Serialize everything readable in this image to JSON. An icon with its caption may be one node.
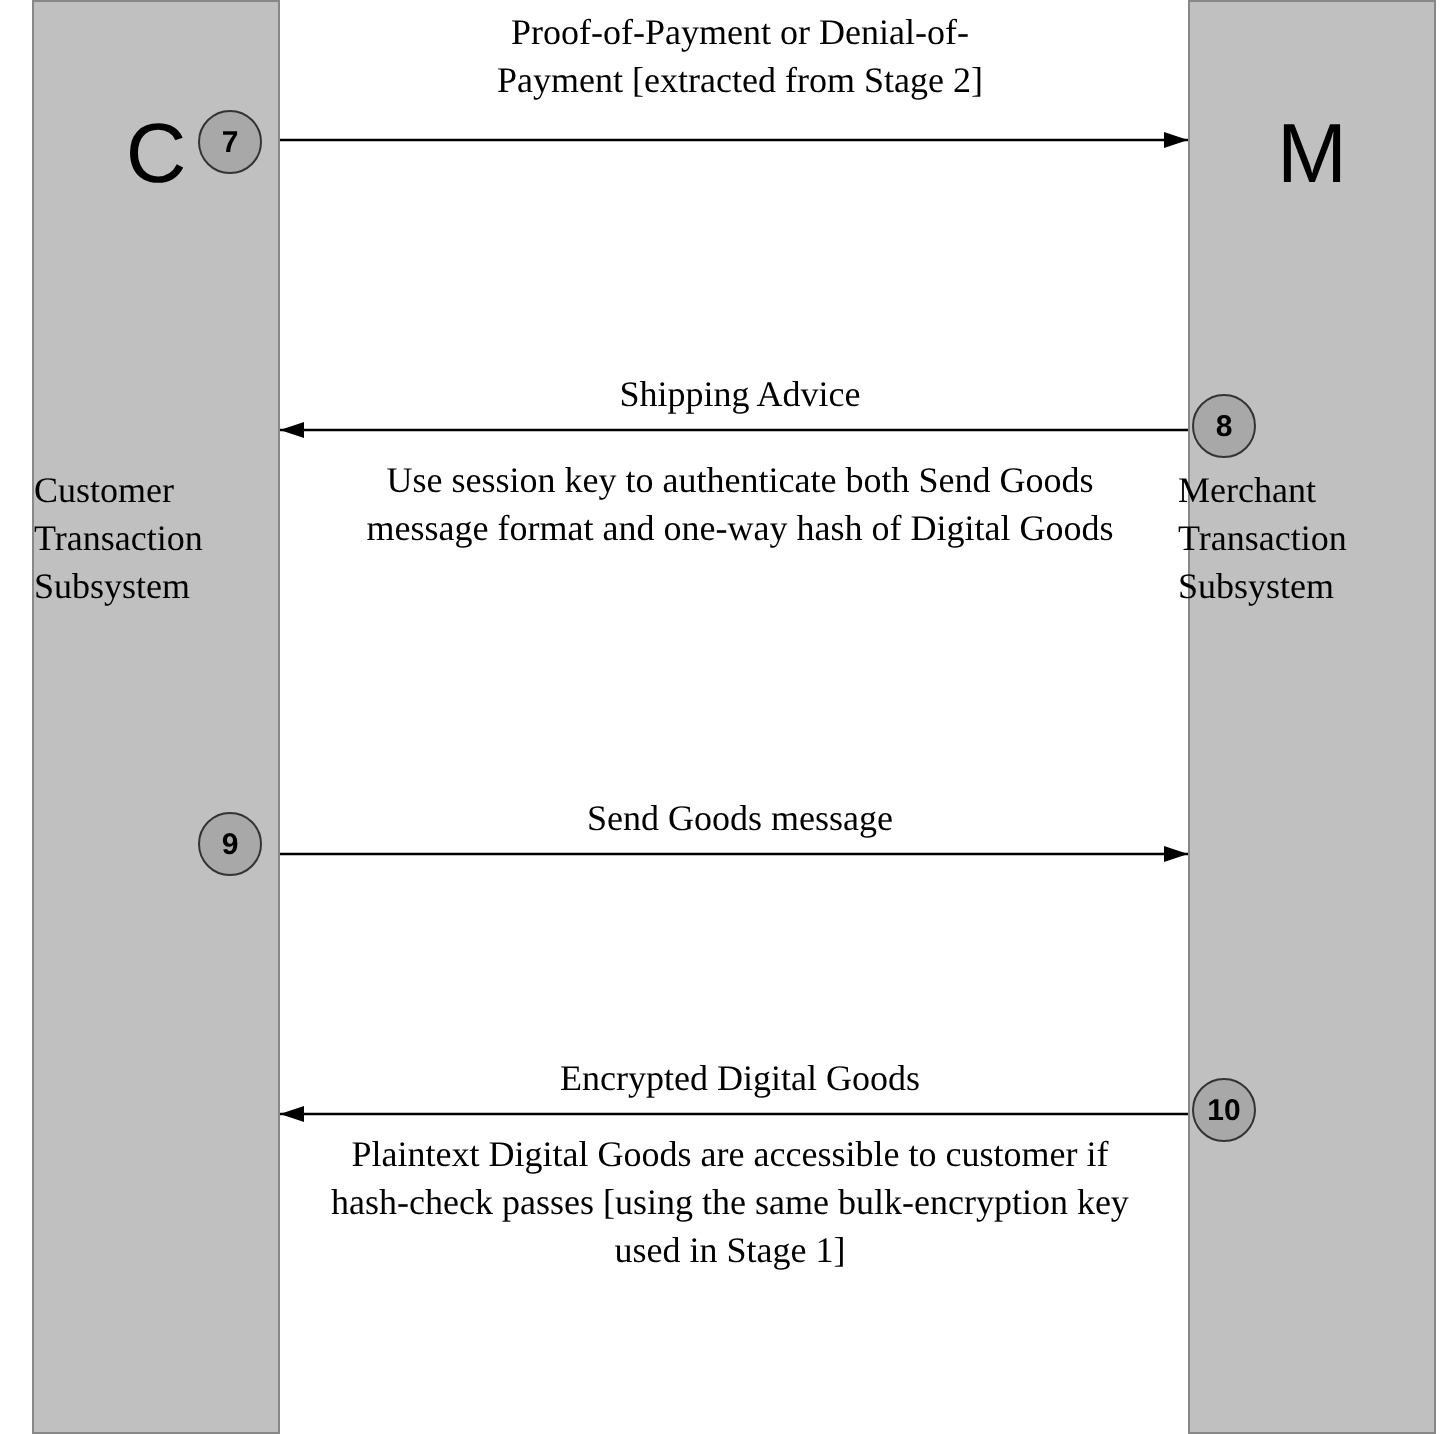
{
  "diagram": {
    "nodes": [
      {
        "text": [
          "C",
          "Customer Transaction Subsystem"
        ]
      },
      {
        "text": [
          "M",
          "Merchant Transaction Subsystem"
        ]
      },
      {
        "text": [
          "7"
        ],
        "in": 0
      },
      {
        "text": [
          "8"
        ],
        "in": 1
      },
      {
        "text": [
          "9"
        ],
        "in": 0
      },
      {
        "text": [
          "10"
        ],
        "in": 1
      }
    ],
    "edges": [
      {
        "from": 0,
        "to": 1,
        "arrow": "to",
        "label": "Proof-of-Payment or Denial-of-Payment [extracted from Stage 2]"
      },
      {
        "from": 1,
        "to": 0,
        "arrow": "to",
        "label": "Shipping Advice"
      },
      {
        "from": 0,
        "to": 1,
        "arrow": "to",
        "label": "Send Goods message"
      },
      {
        "from": 1,
        "to": 0,
        "arrow": "to",
        "label": "Encrypted Digital Goods"
      }
    ],
    "labels": [
      "Use session key to authenticate both Send Goods message format and one-way hash of Digital Goods",
      "Plaintext Digital Goods are accessible to customer if hash-check passes [using the same bulk-encryption key used in Stage 1]"
    ]
  }
}
